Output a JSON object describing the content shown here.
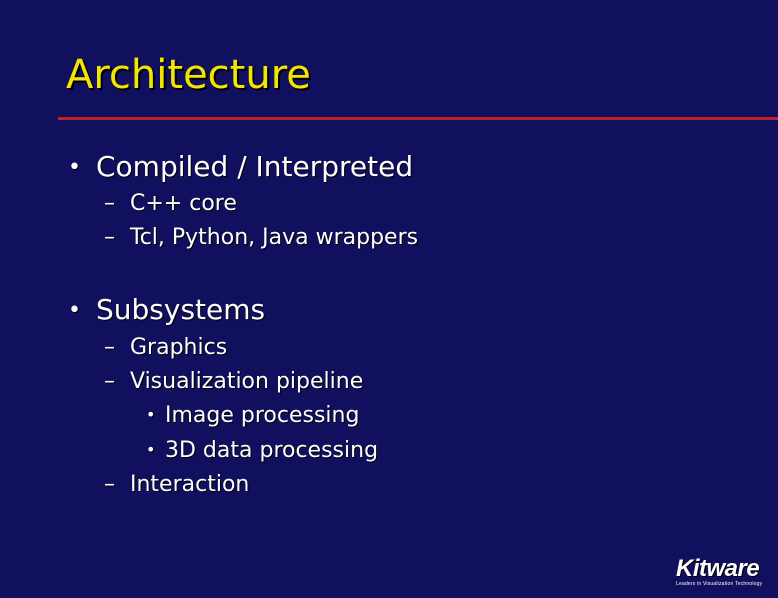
{
  "slide": {
    "title": "Architecture",
    "bullets": [
      {
        "text": "Compiled / Interpreted",
        "subitems": [
          "C++ core",
          "Tcl, Python, Java wrappers"
        ]
      },
      {
        "text": "Subsystems",
        "subitems": [
          "Graphics",
          "Visualization pipeline"
        ],
        "nested": [
          "Image processing",
          "3D data processing"
        ],
        "after": [
          "Interaction"
        ]
      }
    ]
  },
  "logo": {
    "name": "Kitware",
    "tagline": "Leaders in Visualization Technology"
  },
  "symbols": {
    "bullet": "•",
    "dash": "–"
  },
  "colors": {
    "background": "#10105e",
    "title": "#f2e600",
    "rule": "#c0202a",
    "text": "#ffffff"
  }
}
